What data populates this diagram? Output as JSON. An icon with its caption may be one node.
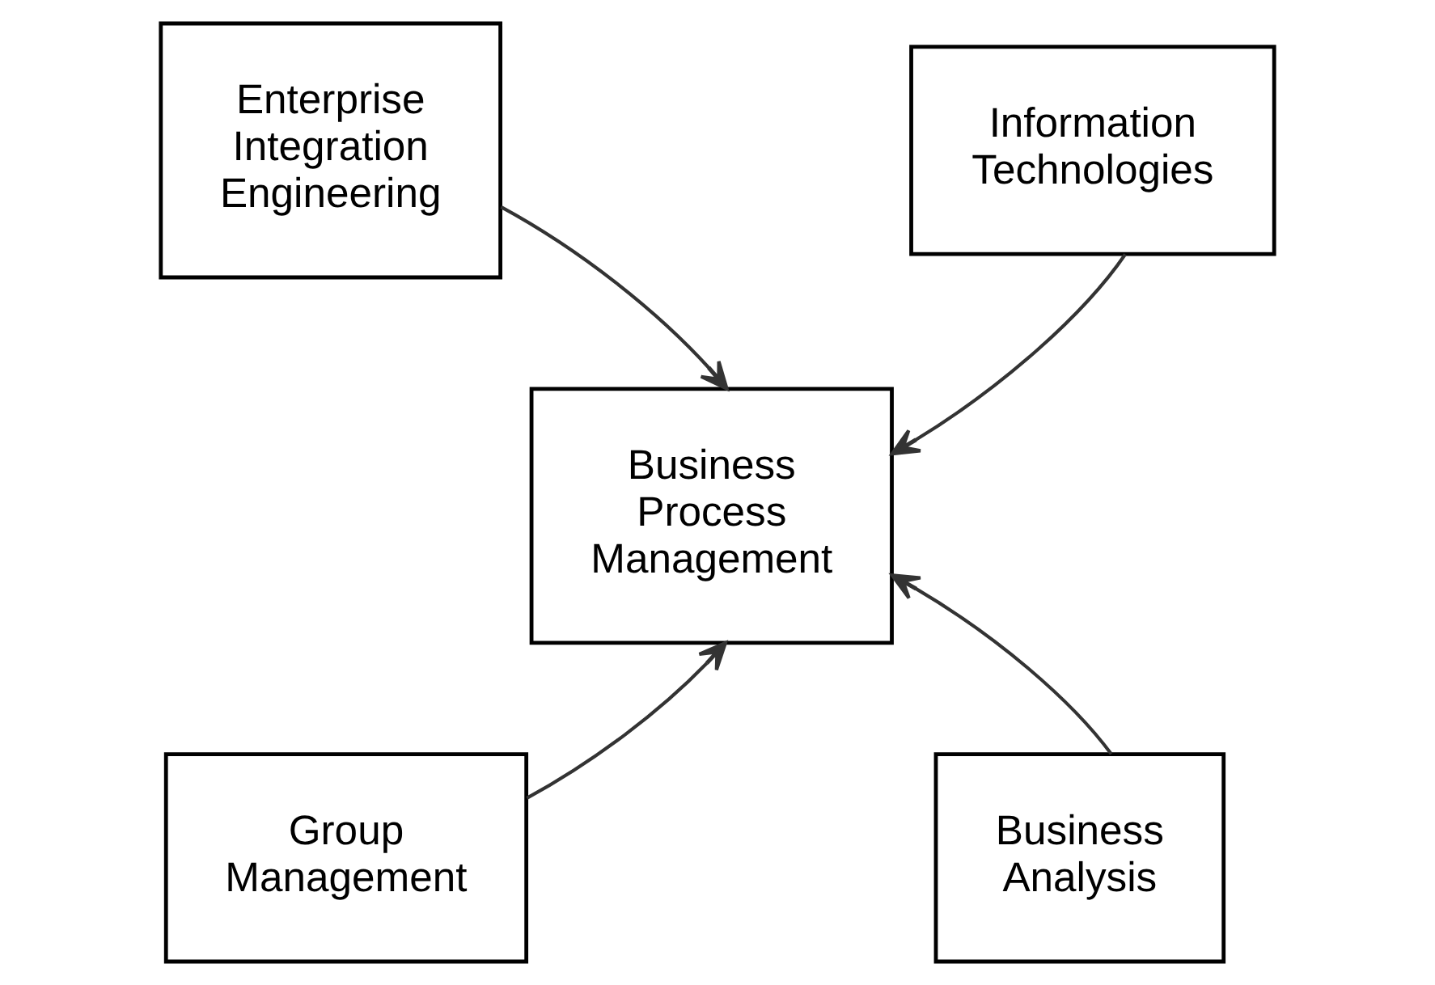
{
  "diagram": {
    "nodes": [
      {
        "text": [
          "Enterprise Integration Engineering"
        ]
      },
      {
        "text": [
          "Information Technologies"
        ]
      },
      {
        "text": [
          "Business Process Management"
        ]
      },
      {
        "text": [
          "Group Management"
        ]
      },
      {
        "text": [
          "Business Analysis"
        ]
      }
    ],
    "edges": [
      {
        "from": 0,
        "to": 2,
        "arrow": "to"
      },
      {
        "from": 1,
        "to": 2,
        "arrow": "to"
      },
      {
        "from": 3,
        "to": 2,
        "arrow": "to"
      },
      {
        "from": 4,
        "to": 2,
        "arrow": "to"
      }
    ]
  }
}
